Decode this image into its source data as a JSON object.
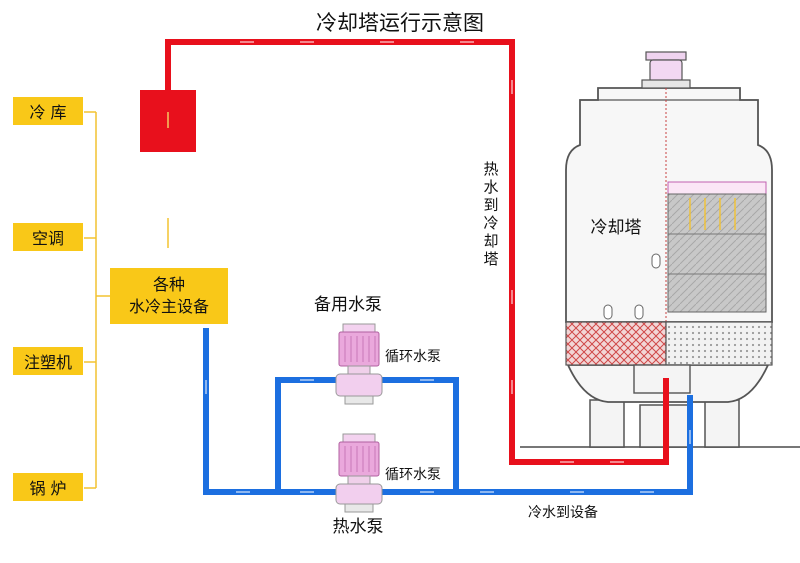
{
  "title": "冷却塔运行示意图",
  "equipment_list": [
    {
      "label": "冷 库"
    },
    {
      "label": "空调"
    },
    {
      "label": "注塑机"
    },
    {
      "label": "锅 炉"
    }
  ],
  "main_equipment": {
    "line1": "各种",
    "line2": "水冷主设备"
  },
  "backup_pump_label": "备用水泵",
  "circ_pump_label_top": "循环水泵",
  "circ_pump_label_bottom": "循环水泵",
  "hot_pump_label": "热水泵",
  "cold_to_equipment": "冷水到设备",
  "hot_to_tower": [
    "热",
    "水",
    "到",
    "冷",
    "却",
    "塔"
  ],
  "tower_label": "冷却塔",
  "colors": {
    "hot_pipe": "#e8101c",
    "cold_pipe": "#1c6fe0",
    "label_bg": "#f9c818",
    "bracket": "#f2c230",
    "pump_body": "#e070b8",
    "tower_outline": "#555555"
  }
}
